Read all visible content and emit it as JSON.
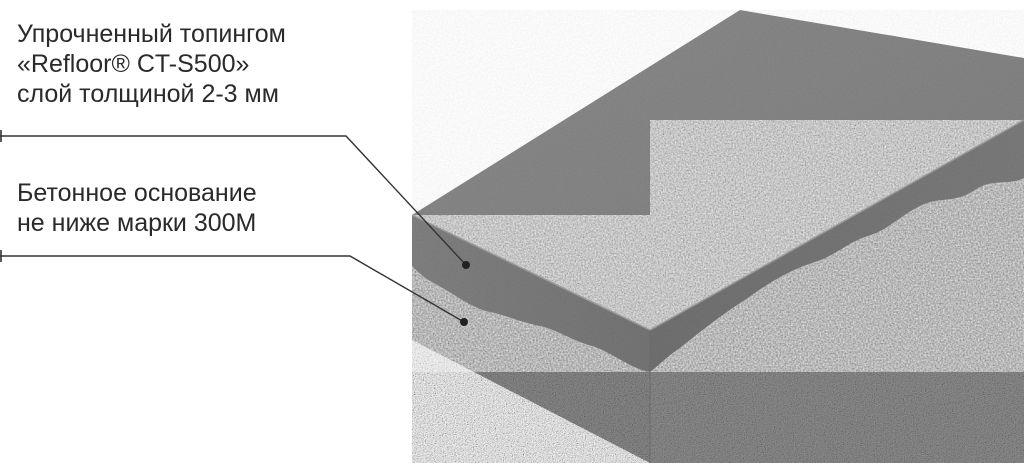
{
  "labels": {
    "topping": {
      "lines": [
        "Упрочненный топингом",
        "«Refloor® CT-S500»",
        "слой толщиной 2-3 мм"
      ]
    },
    "base": {
      "lines": [
        "Бетонное основание",
        "не ниже марки 300М"
      ]
    }
  },
  "colors": {
    "top_surface": "#848484",
    "topping_layer": "#7a7a7a",
    "concrete_base": "#8d8d8d",
    "leader_line": "#333333",
    "text": "#2a2a2a"
  }
}
